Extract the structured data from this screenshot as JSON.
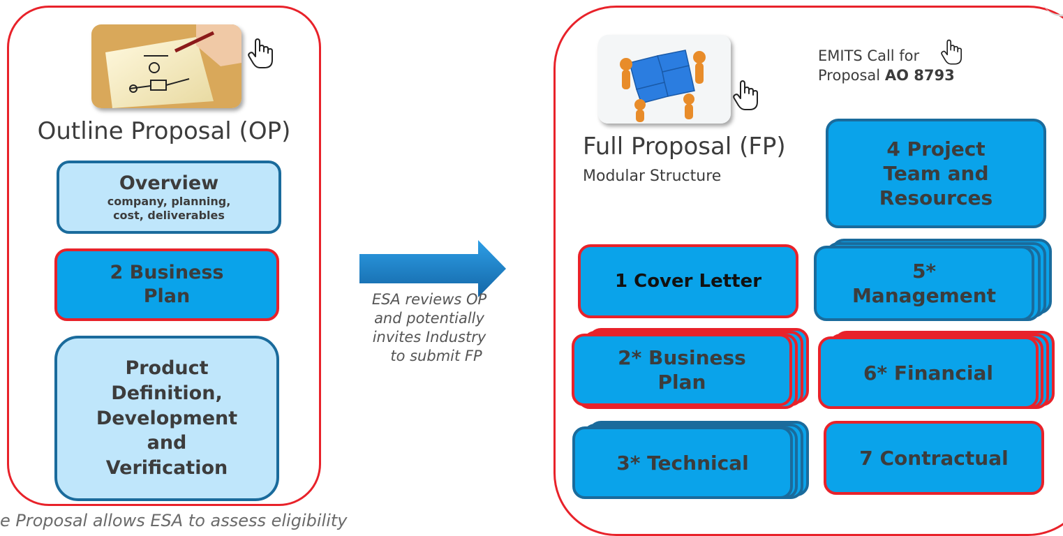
{
  "outline": {
    "title": "Outline Proposal (OP)",
    "overview_heading": "Overview",
    "overview_sub": [
      "company, planning,",
      "cost, deliverables"
    ],
    "business_plan": [
      "2 Business",
      "Plan"
    ],
    "product": [
      "Product",
      "Definition,",
      "Development",
      "and",
      "Verification"
    ]
  },
  "arrow": {
    "caption": [
      "ESA reviews OP",
      "and potentially",
      "invites Industry",
      "to submit FP"
    ]
  },
  "full": {
    "title": "Full Proposal (FP)",
    "subtitle": "Modular Structure",
    "emits_line1": "EMITS Call for",
    "emits_line2_prefix": "Proposal ",
    "emits_ao": "AO 8793",
    "modules": {
      "project_team": [
        "4 Project",
        "Team and",
        "Resources"
      ],
      "cover_letter": "1 Cover Letter",
      "management": [
        "5*",
        "Management"
      ],
      "business_plan": [
        "2* Business",
        "Plan"
      ],
      "financial": "6* Financial",
      "technical": "3* Technical",
      "contractual": "7 Contractual"
    }
  },
  "footer_note": "e Proposal allows ESA to assess eligibility",
  "colors": {
    "panel_border": "#e8222a",
    "module_fill": "#0aa3ea",
    "module_border_blue": "#1a6b9c",
    "light_fill": "#bfe6fb",
    "arrow": "#1c7fc4"
  },
  "icons": [
    "hand-pointer-icon",
    "drawing-hand-image",
    "puzzle-team-image",
    "arrow-right-icon"
  ]
}
